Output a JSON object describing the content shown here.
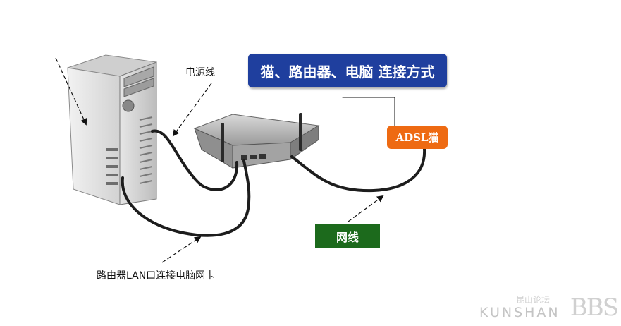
{
  "title": "猫、路由器、电脑 连接方式",
  "labels": {
    "power_cable": "电源线",
    "lan_to_pc": "路由器LAN口连接电脑网卡",
    "adsl_modem": "ADSL猫",
    "network_cable": "网线"
  },
  "watermark": {
    "cn": "昆山论坛",
    "latin": "KUNSHAN",
    "bbs": "BBS"
  },
  "colors": {
    "title_bg": "#1f3f9e",
    "adsl_bg": "#ee6a12",
    "net_bg": "#1c6a1c"
  }
}
